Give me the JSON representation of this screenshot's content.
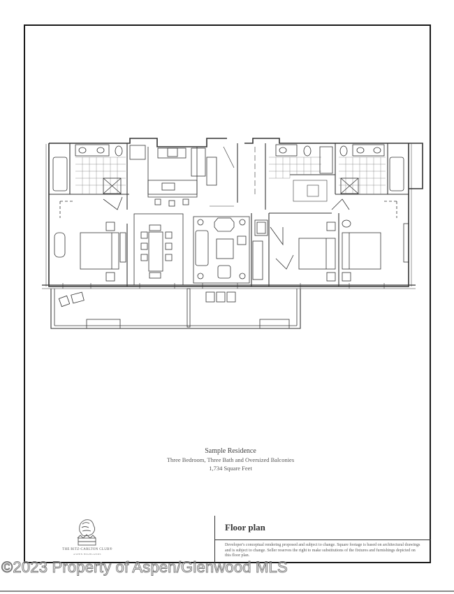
{
  "residence": {
    "title": "Sample Residence",
    "subtitle": "Three Bedroom, Three Bath and Oversized Balconies",
    "area": "1,734 Square Feet"
  },
  "title_block": {
    "heading": "Floor plan",
    "disclaimer": "Developer's conceptual rendering proposed and subject to change. Square footage is based on architectural drawings and is subject to change. Seller reserves the right to make substitutions of the fixtures and furnishings depicted on this floor plan."
  },
  "brand": {
    "name": "THE RITZ-CARLTON CLUB®",
    "location": "ASPEN HIGHLANDS",
    "logo_icon": "lion-crown-logo-icon"
  },
  "watermark": "©2023 Property of Aspen/Glenwood MLS",
  "colors": {
    "line": "#333333",
    "sheet_border": "#1a1a1a",
    "watermark_stroke": "#7a7a7a"
  }
}
